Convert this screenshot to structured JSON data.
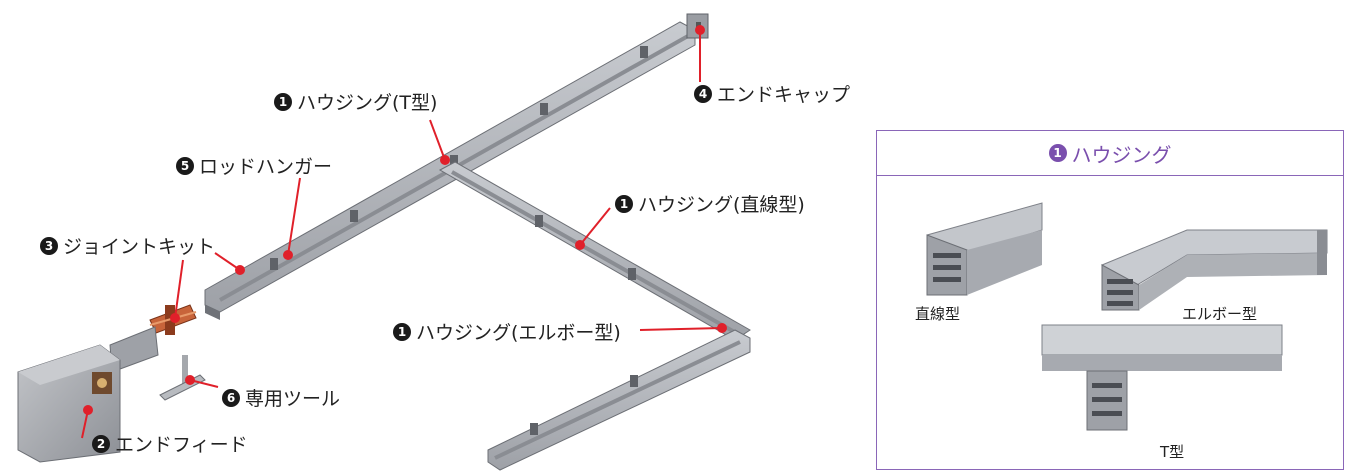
{
  "callouts": {
    "housing_t": {
      "num": "1",
      "text": "ハウジング(T型)"
    },
    "end_cap": {
      "num": "4",
      "text": "エンドキャップ"
    },
    "rod_hanger": {
      "num": "5",
      "text": "ロッドハンガー"
    },
    "housing_straight": {
      "num": "1",
      "text": "ハウジング(直線型)"
    },
    "joint_kit": {
      "num": "3",
      "text": "ジョイントキット"
    },
    "housing_elbow": {
      "num": "1",
      "text": "ハウジング(エルボー型)"
    },
    "special_tool": {
      "num": "6",
      "text": "専用ツール"
    },
    "end_feed": {
      "num": "2",
      "text": "エンドフィード"
    }
  },
  "panel": {
    "num": "1",
    "title": "ハウジング",
    "items": {
      "straight": "直線型",
      "elbow": "エルボー型",
      "t": "T型"
    }
  },
  "colors": {
    "callout_line": "#e0202a",
    "panel_border": "#8a66b8",
    "panel_title": "#7a4fad",
    "rail_top": "#b9bcc2",
    "rail_side": "#7e8188",
    "rail_dark": "#55585e"
  }
}
